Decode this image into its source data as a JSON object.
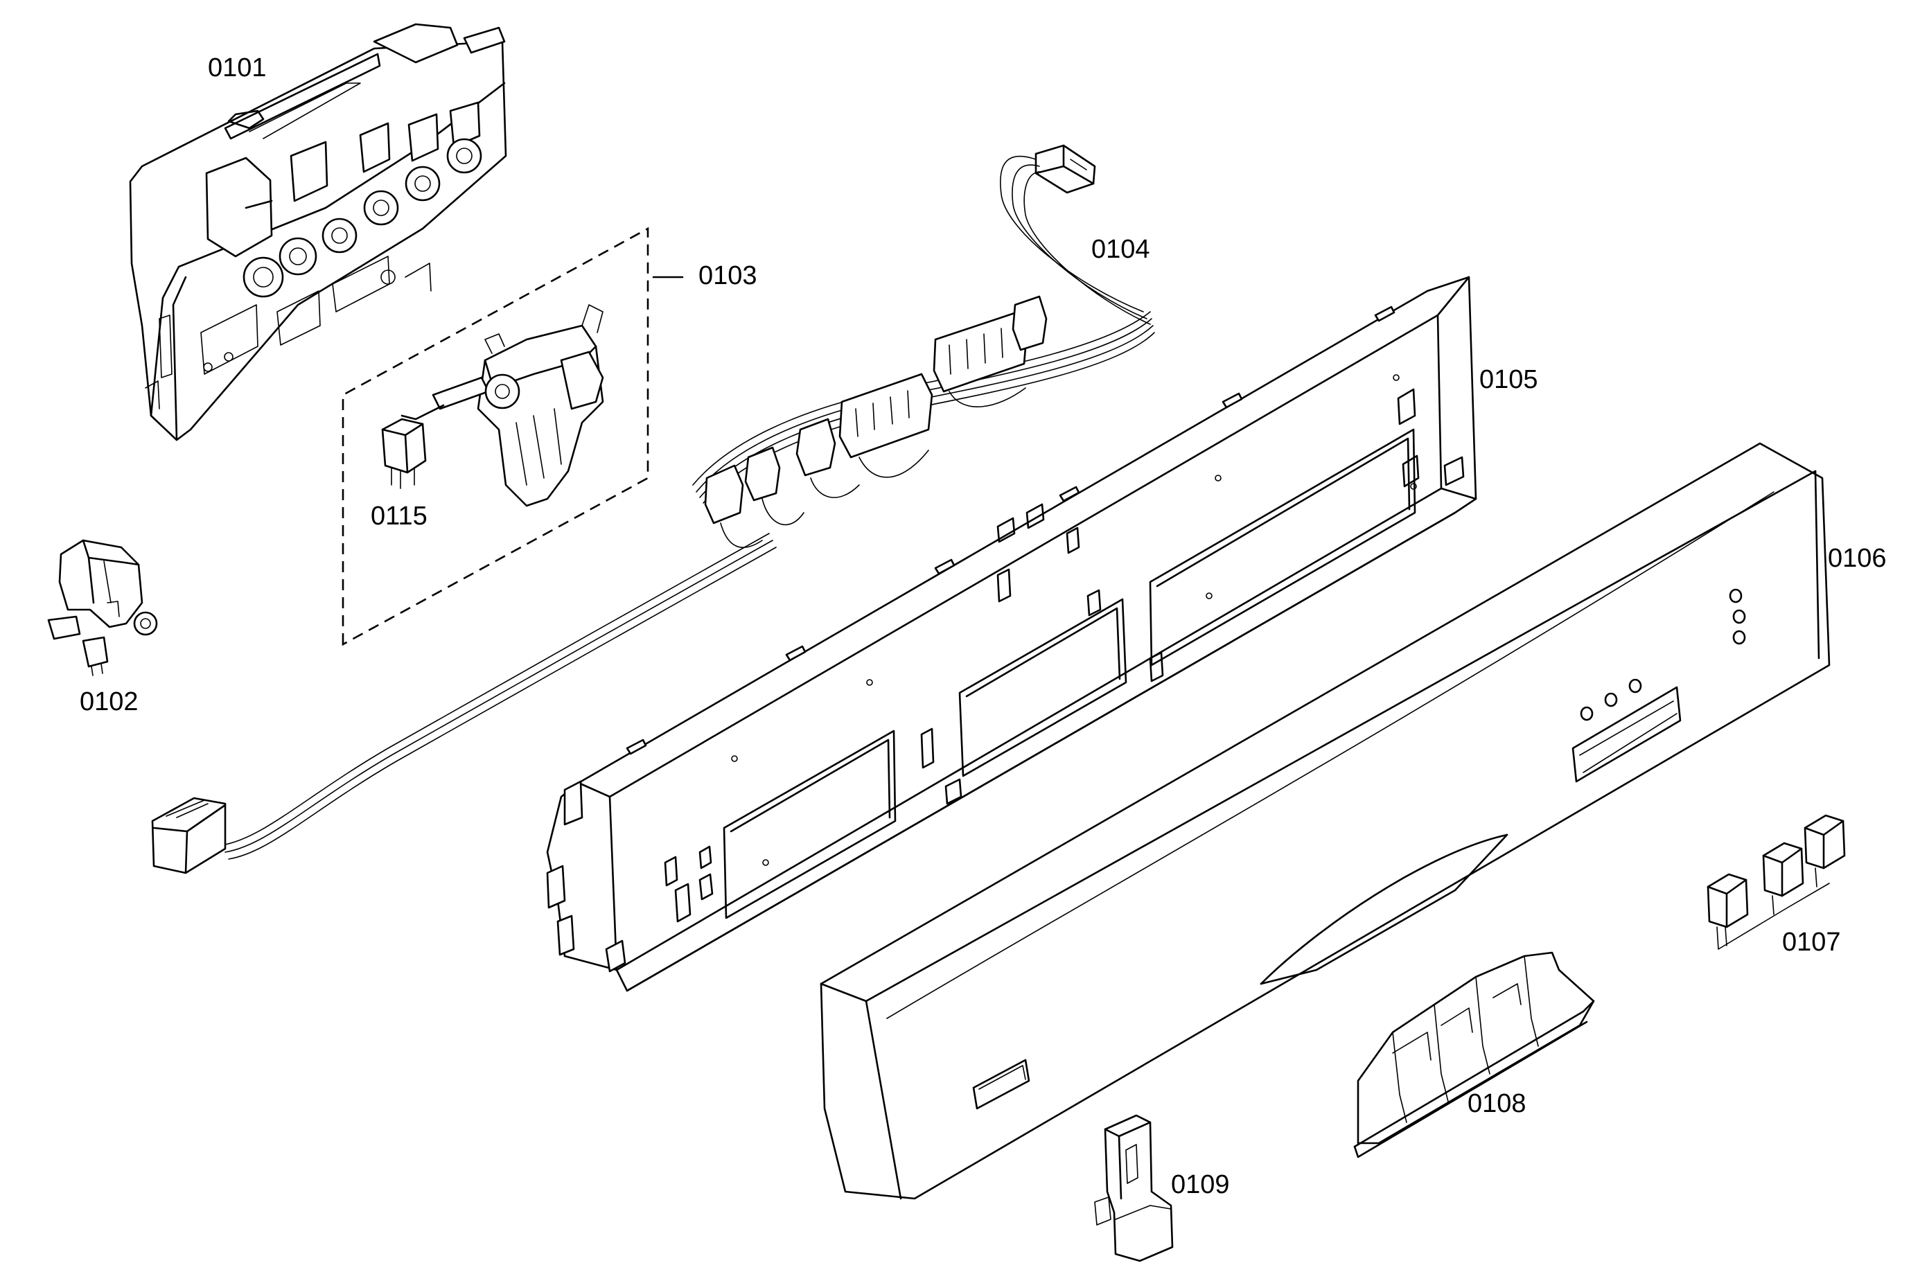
{
  "parts": [
    {
      "id": "control-module",
      "label": "0101"
    },
    {
      "id": "door-switch",
      "label": "0102"
    },
    {
      "id": "door-lock-kit",
      "label": "0103"
    },
    {
      "id": "wire-harness",
      "label": "0104"
    },
    {
      "id": "inner-panel",
      "label": "0105"
    },
    {
      "id": "control-fascia",
      "label": "0106"
    },
    {
      "id": "button-set",
      "label": "0107"
    },
    {
      "id": "door-handle",
      "label": "0108"
    },
    {
      "id": "handle-latch",
      "label": "0109"
    },
    {
      "id": "suppressor",
      "label": "0115"
    }
  ]
}
